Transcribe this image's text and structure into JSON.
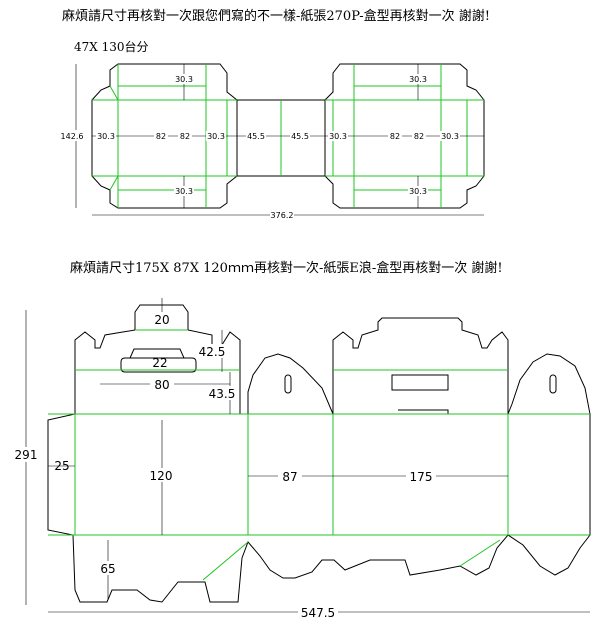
{
  "notes": {
    "top": "麻煩請尺寸再核對一次跟您們寫的不一樣-紙張270P-盒型再核對一次  謝謝!",
    "top_quantity": "47X 130台分",
    "bottom": "麻煩請尺寸175X 87X 120ｍｍ再核對一次-紙張E浪-盒型再核對一次  謝謝!"
  },
  "diagram1": {
    "height": "142.6",
    "width": "376.2",
    "flap": "30.3",
    "left_side": "30.3",
    "depth1": "82",
    "depth2": "82",
    "mid1": "30.3",
    "strip1": "45.5",
    "strip2": "45.5",
    "mid2": "30.3",
    "depth3": "82",
    "depth4": "82",
    "right_side": "30.3",
    "flap_tl": "30.3",
    "flap_bl": "30.3",
    "flap_tr": "30.3",
    "flap_br": "30.3"
  },
  "diagram2": {
    "total_height": "291",
    "total_width": "547.5",
    "handle_width": "20",
    "handle_hole": "22",
    "handle_base": "80",
    "top_flap": "42.5",
    "top_flap2": "43.5",
    "glue_flap": "25",
    "panel_height": "120",
    "side_width": "87",
    "front_width": "175",
    "bottom_flap": "65"
  },
  "colors": {
    "cut_line": "#000000",
    "fold_line": "#1fc41f"
  }
}
